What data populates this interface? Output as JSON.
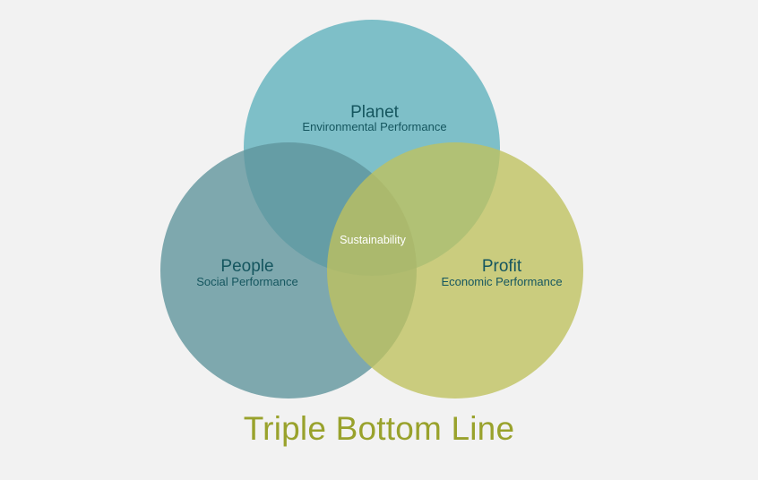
{
  "diagram": {
    "title": "Triple Bottom Line",
    "center_label": "Sustainability",
    "circles": [
      {
        "key": "planet",
        "title": "Planet",
        "subtitle": "Environmental Performance",
        "color": "#6bb7c1"
      },
      {
        "key": "people",
        "title": "People",
        "subtitle": "Social Performance",
        "color": "#5d939b"
      },
      {
        "key": "profit",
        "title": "Profit",
        "subtitle": "Economic Performance",
        "color": "#bfc15d"
      }
    ],
    "colors": {
      "background": "#f2f2f2",
      "label_text": "#15565f",
      "title_text": "#99a22c",
      "center_text": "#ffffff"
    }
  }
}
